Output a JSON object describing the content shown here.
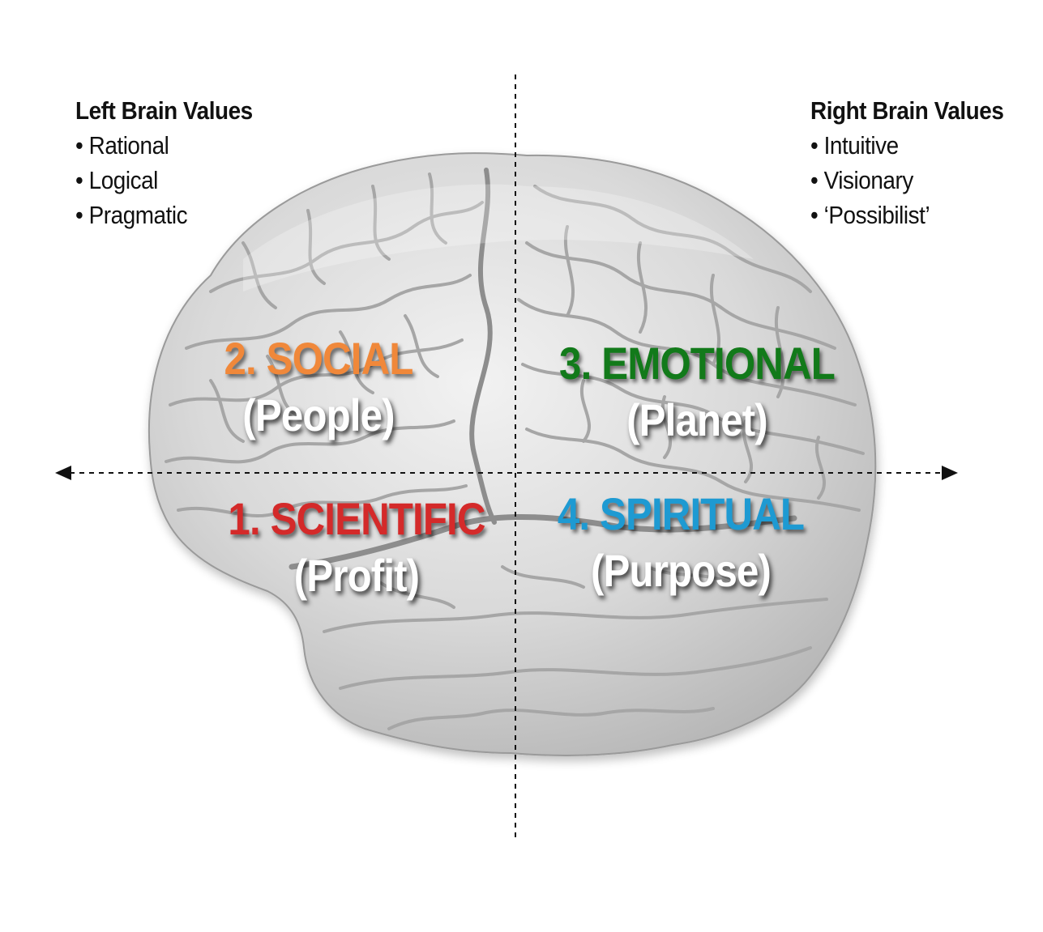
{
  "left_values": {
    "title": "Left Brain Values",
    "items": [
      "Rational",
      "Logical",
      "Pragmatic"
    ]
  },
  "right_values": {
    "title": "Right Brain Values",
    "items": [
      "Intuitive",
      "Visionary",
      "‘Possibilist’"
    ]
  },
  "quadrants": [
    {
      "key": "social",
      "title": "2. SOCIAL",
      "subtitle": "(People)",
      "color": "#F0883A"
    },
    {
      "key": "emotional",
      "title": "3. EMOTIONAL",
      "subtitle": "(Planet)",
      "color": "#127A1A"
    },
    {
      "key": "scientific",
      "title": "1. SCIENTIFIC",
      "subtitle": "(Profit)",
      "color": "#D42A2A"
    },
    {
      "key": "spiritual",
      "title": "4. SPIRITUAL",
      "subtitle": "(Purpose)",
      "color": "#1E9AD2"
    }
  ],
  "colors": {
    "brain_fill": "#d8d8d8",
    "brain_fold": "#a9a9a9",
    "axis": "#111111",
    "text": "#111111"
  }
}
